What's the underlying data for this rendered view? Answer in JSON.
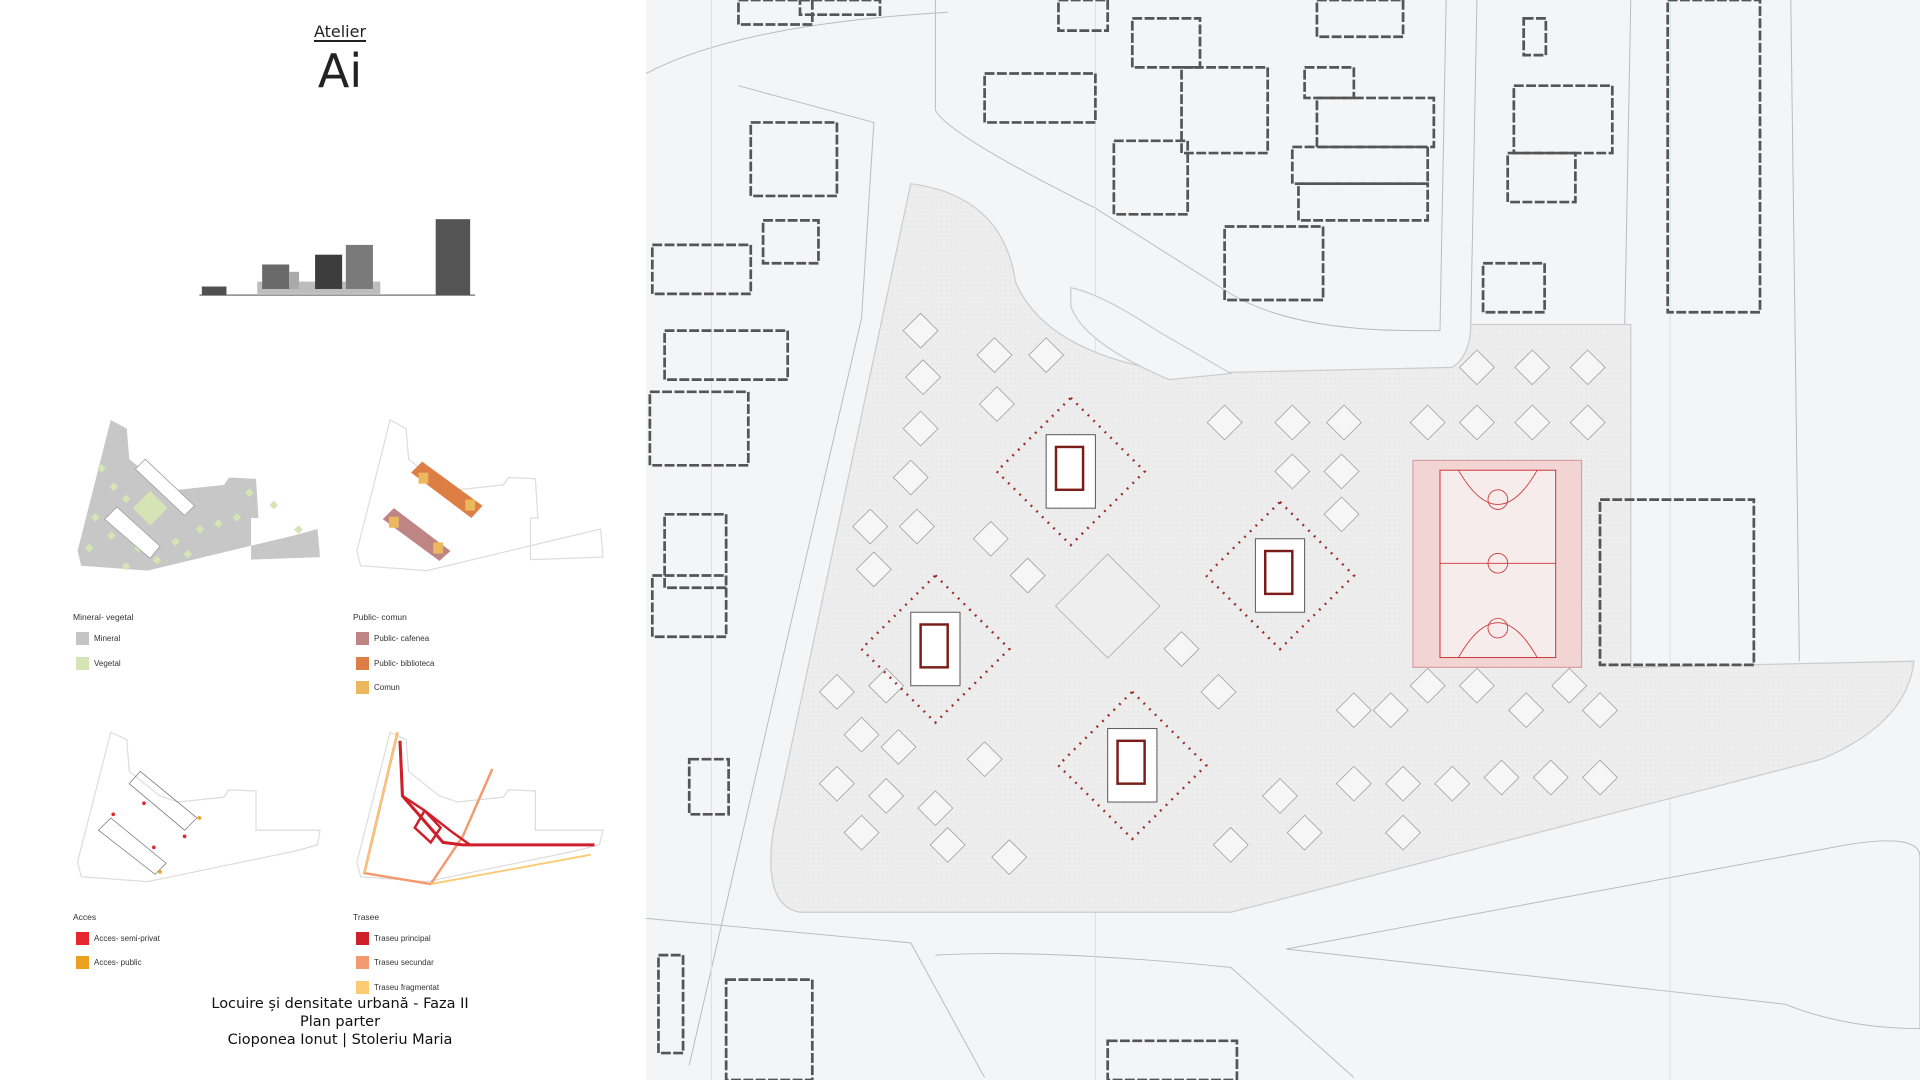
{
  "header": {
    "atelier": "Atelier",
    "logo": "Ai"
  },
  "legends": {
    "mineral_vegetal": {
      "title": "Mineral- vegetal",
      "items": [
        {
          "label": "Mineral",
          "color": "#c4c4c4"
        },
        {
          "label": "Vegetal",
          "color": "#d5e4b5"
        }
      ]
    },
    "public_comun": {
      "title": "Public- comun",
      "items": [
        {
          "label": "Public- cafenea",
          "color": "#bf8585"
        },
        {
          "label": "Public- biblioteca",
          "color": "#dd7e45"
        },
        {
          "label": "Comun",
          "color": "#ebb85e"
        }
      ]
    },
    "acces": {
      "title": "Acces",
      "items": [
        {
          "label": "Acces- semi-privat",
          "color": "#e8262d"
        },
        {
          "label": "Acces- public",
          "color": "#eba020"
        }
      ]
    },
    "trasee": {
      "title": "Trasee",
      "items": [
        {
          "label": "Traseu principal",
          "color": "#cf1f2a"
        },
        {
          "label": "Traseu secundar",
          "color": "#f49a70"
        },
        {
          "label": "Traseu fragmentat",
          "color": "#fcca73"
        }
      ]
    }
  },
  "footer": {
    "line1": "Locuire și densitate urbană - Faza II",
    "line2": "Plan parter",
    "line3": "Ciopone­a Ionut | Stoleriu Maria"
  },
  "colors": {
    "map_bg": "#f4f5f6",
    "site": "#ebebeb",
    "building": "#555555",
    "accent_red": "#9b2a22",
    "court": "#f2d4d4"
  }
}
